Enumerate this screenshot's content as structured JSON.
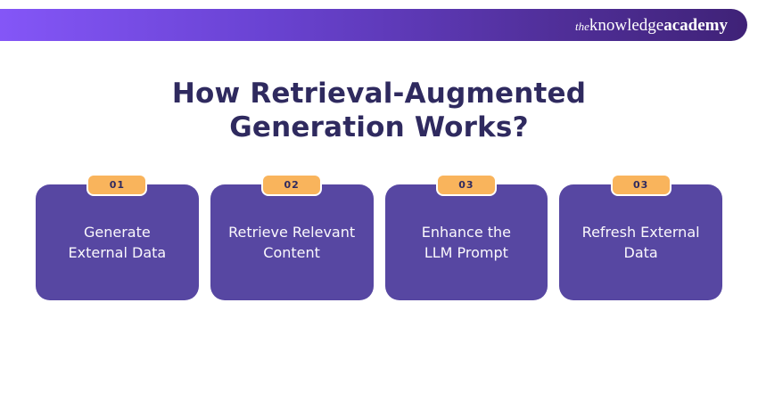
{
  "header": {
    "logo": {
      "prefix": "the",
      "mid": "knowledge",
      "suffix": "academy"
    },
    "gradient_left_color": "#8456F7",
    "gradient_right_color": "#3F2277"
  },
  "title": {
    "line1": "How Retrieval-Augmented",
    "line2": "Generation Works?",
    "color": "#2F2A5F"
  },
  "cards": [
    {
      "badge": "01",
      "line1": "Generate",
      "line2": "External Data"
    },
    {
      "badge": "02",
      "line1": "Retrieve Relevant",
      "line2": "Content"
    },
    {
      "badge": "03",
      "line1": "Enhance the",
      "line2": "LLM Prompt"
    },
    {
      "badge": "03",
      "line1": "Refresh External",
      "line2": "Data"
    }
  ],
  "colors": {
    "card_background": "#5747A2",
    "card_text": "#FAF8FC",
    "badge_background": "#F9B45C",
    "badge_border": "#FFFFFF",
    "badge_text": "#2F2A5F",
    "page_background": "#FFFFFF"
  }
}
